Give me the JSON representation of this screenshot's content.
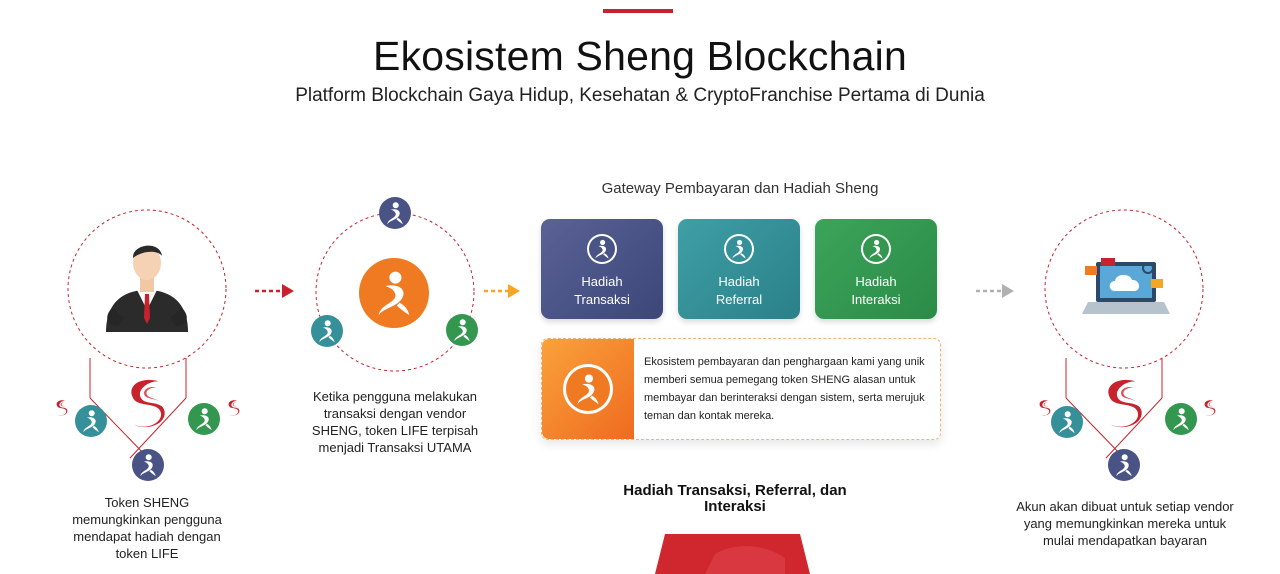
{
  "header": {
    "title": "Ekosistem Sheng Blockchain",
    "subtitle": "Platform Blockchain Gaya Hidup, Kesehatan & CryptoFranchise Pertama di Dunia"
  },
  "gateway": {
    "title": "Gateway Pembayaran dan Hadiah Sheng",
    "cards": [
      {
        "line1": "Hadiah",
        "line2": "Transaksi",
        "color": "#4a5385"
      },
      {
        "line1": "Hadiah",
        "line2": "Referral",
        "color": "#35909a"
      },
      {
        "line1": "Hadiah",
        "line2": "Interaksi",
        "color": "#33974f"
      }
    ],
    "info_text": "Ekosistem pembayaran dan penghargaan kami yang unik memberi semua pemegang token SHENG alasan untuk membayar dan berinteraksi dengan sistem, serta merujuk teman dan kontak mereka."
  },
  "steps": {
    "user_caption": [
      "Token SHENG",
      "memungkinkan pengguna",
      "mendapat hadiah dengan",
      "token LIFE"
    ],
    "life_caption": [
      "Ketika pengguna melakukan",
      "transaksi dengan vendor",
      "SHENG, token LIFE terpisah",
      "menjadi Transaksi UTAMA"
    ],
    "vendor_caption": [
      "Akun akan dibuat untuk setiap vendor",
      "yang memungkinkan mereka untuk",
      "mulai mendapatkan bayaran"
    ]
  },
  "bottom_title": [
    "Hadiah Transaksi,  Referral, dan",
    "Interaksi"
  ],
  "colors": {
    "brand_red": "#c8232c",
    "orange": "#f07a22",
    "navy": "#4a5385",
    "teal": "#35909a",
    "green": "#33974f",
    "arrow_red": "#c8232c",
    "arrow_orange": "#f5a623",
    "arrow_gray": "#b0b0b0"
  },
  "icons": [
    "businessman-icon",
    "life-token-icon",
    "sheng-logo-icon",
    "laptop-cloud-icon",
    "person-emblem-icon",
    "arrow-right-icon"
  ]
}
